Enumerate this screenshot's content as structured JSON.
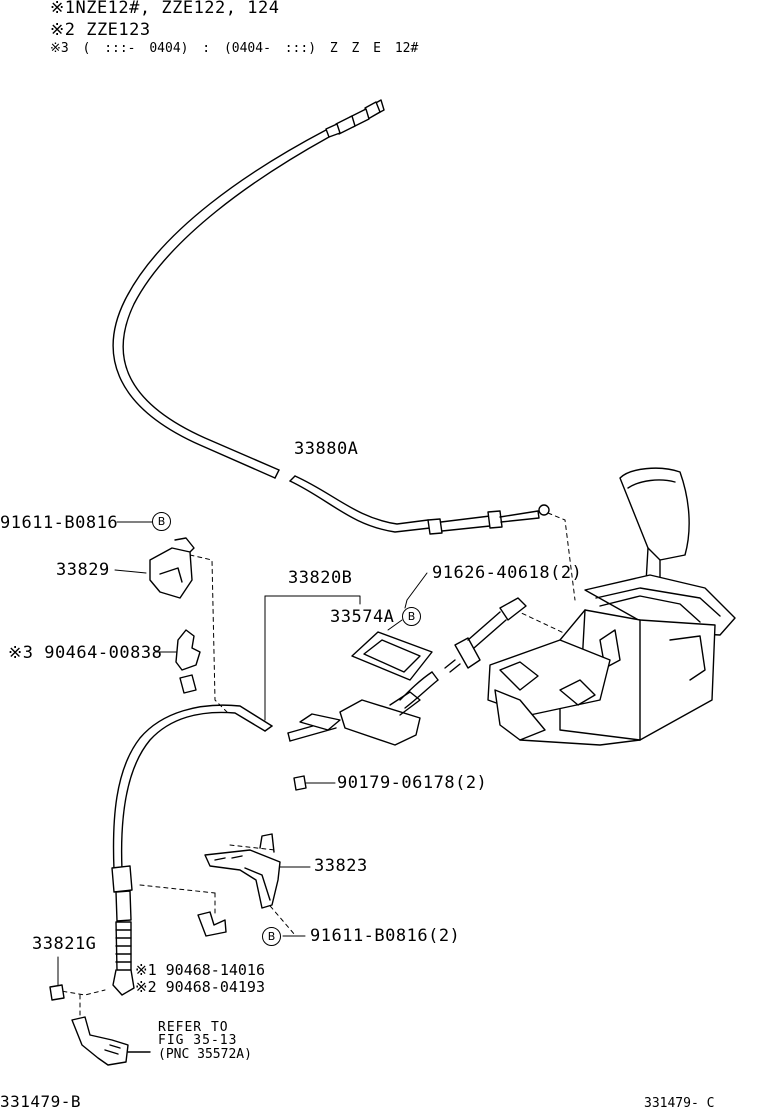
{
  "notes": {
    "n1": "※1NZE12#, ZZE122, 124",
    "n2": "※2 ZZE123",
    "n3": "※3 ( :::-    0404) : (0404- :::) Z Z E    12#"
  },
  "parts": {
    "p33880A": "33880A",
    "p91611_top": "91611-B0816",
    "p33829": "33829",
    "p33820B": "33820B",
    "p91626": "91626-40618(2)",
    "p33574A": "33574A",
    "p90464": "※3 90464-00838",
    "p90179": "90179-06178(2)",
    "p33823": "33823",
    "p91611_bot": "91611-B0816(2)",
    "p33821G": "33821G",
    "p90468a": "※1 90468-14016",
    "p90468b": "※2 90468-04193"
  },
  "ref": {
    "line1": "REFER TO",
    "line2": "FIG 35-13",
    "line3": "(PNC 35572A)"
  },
  "markers": {
    "b": "B"
  },
  "footer": {
    "left": "331479-B",
    "right": "331479- C"
  }
}
